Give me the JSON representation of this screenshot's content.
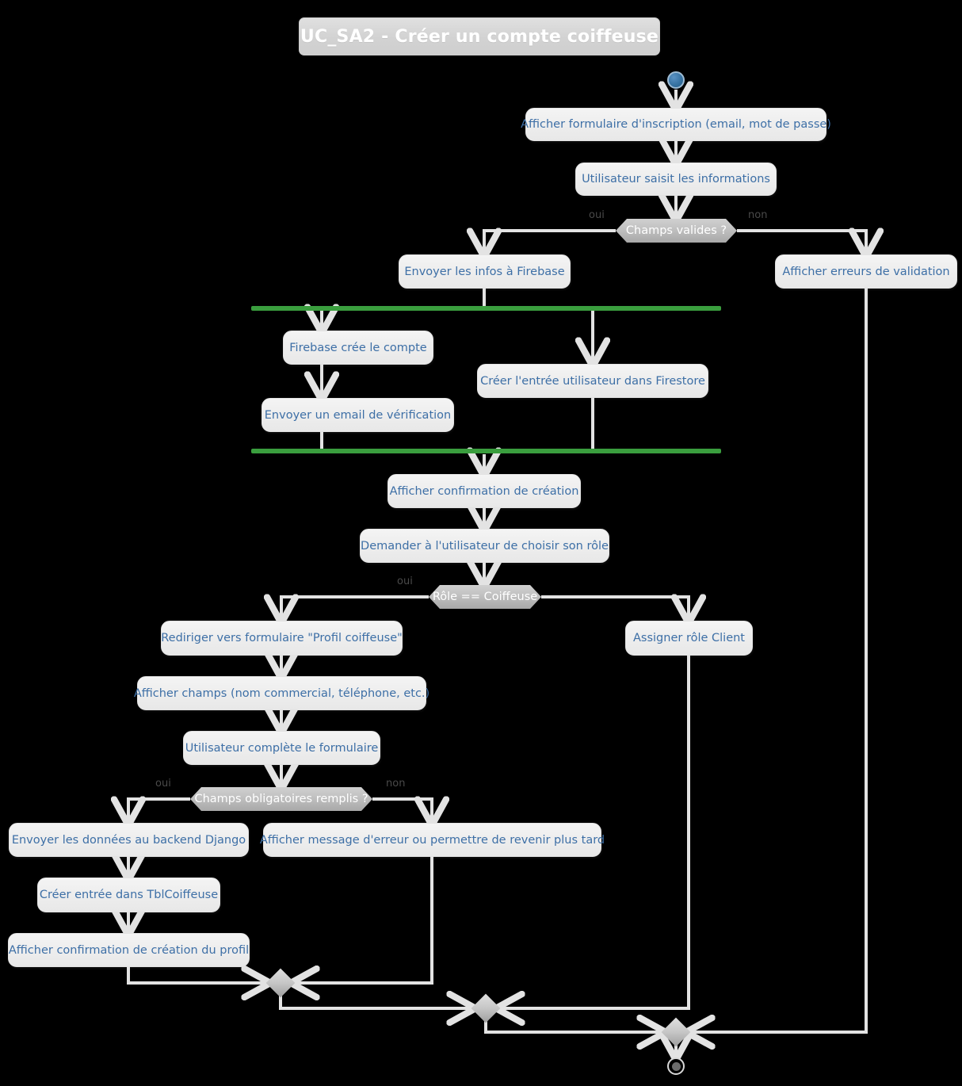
{
  "diagram": {
    "title": "UC_SA2 - Créer un compte coiffeuse",
    "type": "uml-activity-diagram",
    "colors": {
      "background": "#000000",
      "activity_fill": "#eeeeee",
      "activity_text": "#3d6fa6",
      "decision_fill": "#bdbdbd",
      "decision_text": "#ffffff",
      "fork_bar": "#3a9e3e",
      "start_node": "#34709f",
      "edge": "#e3e3e3",
      "guard_text": "#4a4a4a",
      "title_fill": "#d6d6d6",
      "title_text": "#ffffff"
    }
  },
  "nodes": {
    "start": {
      "name": "start-node"
    },
    "a1": {
      "label": "Afficher formulaire d'inscription (email, mot de passe)"
    },
    "a2": {
      "label": "Utilisateur saisit les informations"
    },
    "d1": {
      "label": "Champs valides ?"
    },
    "a3": {
      "label": "Envoyer les infos à Firebase"
    },
    "a4": {
      "label": "Afficher erreurs de validation"
    },
    "a5": {
      "label": "Firebase crée le compte"
    },
    "a6": {
      "label": "Envoyer un email de vérification"
    },
    "a7": {
      "label": "Créer l'entrée utilisateur dans Firestore"
    },
    "a8": {
      "label": "Afficher confirmation de création"
    },
    "a9": {
      "label": "Demander à l'utilisateur de choisir son rôle"
    },
    "d2": {
      "label": "Rôle == Coiffeuse"
    },
    "a10": {
      "label": "Rediriger vers formulaire \"Profil coiffeuse\""
    },
    "a11": {
      "label": "Assigner rôle Client"
    },
    "a12": {
      "label": "Afficher champs (nom commercial, téléphone, etc.)"
    },
    "a13": {
      "label": "Utilisateur complète le formulaire"
    },
    "d3": {
      "label": "Champs obligatoires remplis ?"
    },
    "a14": {
      "label": "Envoyer les données au backend Django"
    },
    "a15": {
      "label": "Afficher message d'erreur ou permettre de revenir plus tard"
    },
    "a16": {
      "label": "Créer entrée dans TblCoiffeuse"
    },
    "a17": {
      "label": "Afficher confirmation de création du profil"
    },
    "end": {
      "name": "end-node"
    }
  },
  "guards": {
    "d1_yes": "oui",
    "d1_no": "non",
    "d2_yes": "oui",
    "d3_yes": "oui",
    "d3_no": "non"
  }
}
